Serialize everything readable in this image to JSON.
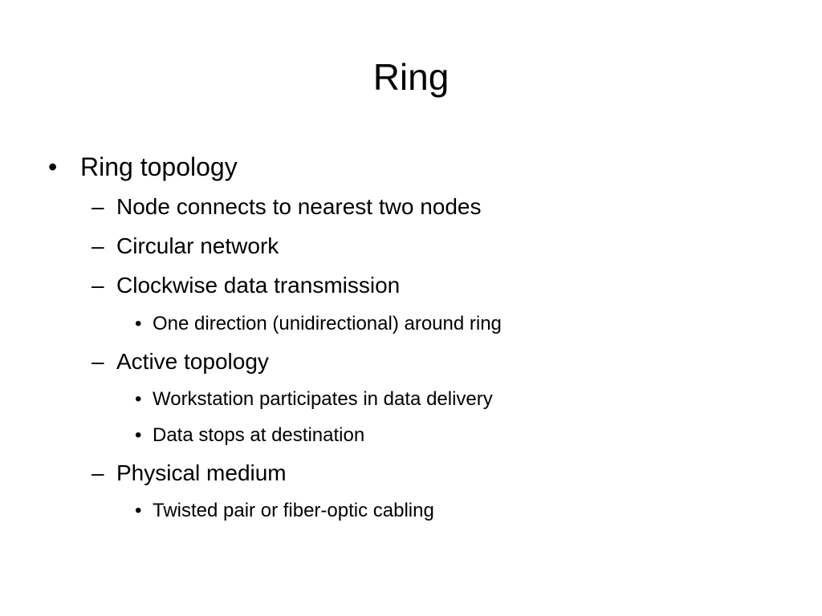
{
  "slide": {
    "title": "Ring",
    "bullet_glyph": "•",
    "dash_glyph": "–",
    "items": [
      {
        "level": 1,
        "text": "Ring topology"
      },
      {
        "level": 2,
        "text": "Node connects to nearest two nodes"
      },
      {
        "level": 2,
        "text": "Circular network"
      },
      {
        "level": 2,
        "text": "Clockwise data transmission"
      },
      {
        "level": 3,
        "text": "One direction (unidirectional) around ring"
      },
      {
        "level": 2,
        "text": "Active topology"
      },
      {
        "level": 3,
        "text": "Workstation participates in data delivery"
      },
      {
        "level": 3,
        "text": "Data stops at destination"
      },
      {
        "level": 2,
        "text": "Physical medium"
      },
      {
        "level": 3,
        "text": "Twisted pair or fiber-optic cabling"
      }
    ]
  }
}
